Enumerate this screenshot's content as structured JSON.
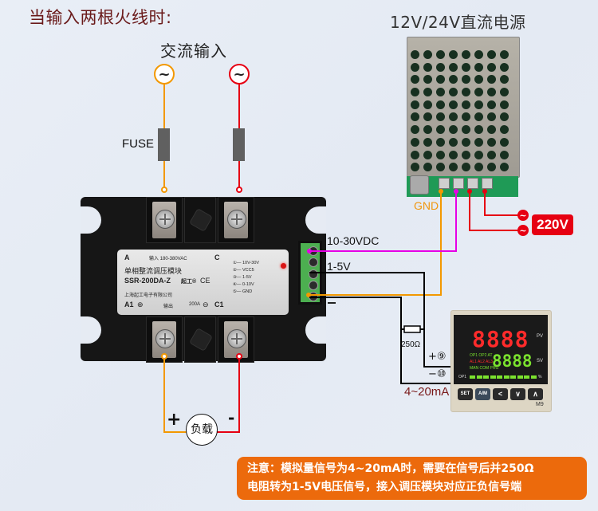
{
  "header": {
    "title": "当输入两根火线时:",
    "ac_input_label": "交流输入",
    "psu_title": "12V/24V直流电源"
  },
  "labels": {
    "fuse": "FUSE",
    "gnd": "GND",
    "dc_supply": "10-30VDC",
    "signal": "1-5V",
    "negative": "-",
    "resistor": "250Ω",
    "terminal_plus": "+⑨",
    "terminal_minus": "−⑩",
    "current_signal": "4~20mA",
    "mains_voltage": "220V",
    "load_plus": "+",
    "load_minus": "-",
    "load": "负载"
  },
  "ssr_label": {
    "terminal_a": "A",
    "input_rating": "输入 180-380VAC",
    "terminal_c": "C",
    "product_name": "单相整流调压模块",
    "model": "SSR-200DA-Z",
    "brand": "起工®",
    "ce_mark": "CE",
    "manufacturer": "上海起工电子有限公司",
    "terminal_a1": "A1",
    "output": "输出",
    "current": "200A",
    "terminal_c1": "C1",
    "pins": [
      "①— 10V-30V",
      "②— VCC5",
      "③— 1-5V",
      "④— 0-10V",
      "⑤— GND"
    ]
  },
  "controller": {
    "pv_display": "8888",
    "sv_display": "8888",
    "pv_label": "PV",
    "sv_label": "SV",
    "indicators_row1": "OP1 OP2 AT",
    "indicators_row2": "AL1 AL2 AL3",
    "indicators_row3": "MAN COM PRG",
    "bar_label": "OP1",
    "bar_unit": "%",
    "buttons": [
      "SET",
      "A/M",
      "<",
      "∨",
      "∧"
    ],
    "model": "M9"
  },
  "note": {
    "line1": "注意：模拟量信号为4~20mA时，需要在信号后并250Ω",
    "line2": "电阻转为1-5V电压信号，接入调压模块对应正负信号端"
  },
  "colors": {
    "live_wire_1": "#f39800",
    "live_wire_2": "#e60012",
    "dc_positive": "#e600e6",
    "signal_wire": "#000000",
    "note_bg": "#ec6a0c"
  }
}
